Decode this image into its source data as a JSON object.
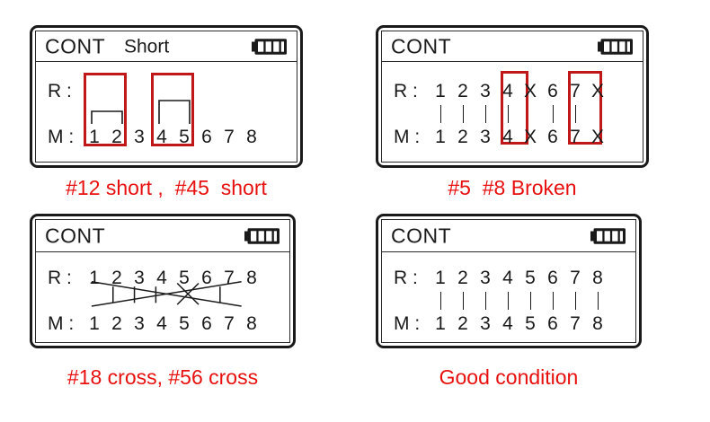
{
  "colors": {
    "red_box": "#c01718",
    "caption_red": "#e8100f",
    "ink": "#1a1a1a",
    "background": "#ffffff"
  },
  "panels": [
    {
      "id": "short",
      "header": {
        "title": "CONT",
        "mode": "Short",
        "battery": "battery-full-icon"
      },
      "rows": {
        "remote_label": "R :",
        "main_label": "M :",
        "remote_values": [
          "",
          "",
          "",
          "",
          "",
          "",
          "",
          ""
        ],
        "main_values": [
          "1",
          "2",
          "3",
          "4",
          "5",
          "6",
          "7",
          "8"
        ]
      },
      "shorts": [
        {
          "pins": [
            1,
            2
          ]
        },
        {
          "pins": [
            4,
            5
          ]
        }
      ],
      "highlights": [
        {
          "pins": [
            1,
            2
          ]
        },
        {
          "pins": [
            4,
            5
          ]
        }
      ],
      "caption": "#12 short ,  #45  short"
    },
    {
      "id": "broken",
      "header": {
        "title": "CONT",
        "mode": "",
        "battery": "battery-full-icon"
      },
      "rows": {
        "remote_label": "R :",
        "main_label": "M :",
        "remote_values": [
          "1",
          "2",
          "3",
          "4",
          "X",
          "6",
          "7",
          "X"
        ],
        "main_values": [
          "1",
          "2",
          "3",
          "4",
          "X",
          "6",
          "7",
          "X"
        ]
      },
      "connections": [
        1,
        2,
        3,
        4,
        6,
        7
      ],
      "broken_pins": [
        5,
        8
      ],
      "highlights": [
        {
          "pins": [
            5
          ]
        },
        {
          "pins": [
            8
          ]
        }
      ],
      "caption": "#5  #8 Broken"
    },
    {
      "id": "cross",
      "header": {
        "title": "CONT",
        "mode": "",
        "battery": "battery-full-icon"
      },
      "rows": {
        "remote_label": "R :",
        "main_label": "M :",
        "remote_values": [
          "1",
          "2",
          "3",
          "4",
          "5",
          "6",
          "7",
          "8"
        ],
        "main_values": [
          "1",
          "2",
          "3",
          "4",
          "5",
          "6",
          "7",
          "8"
        ]
      },
      "connections": [
        2,
        3,
        4,
        7
      ],
      "crosses": [
        {
          "from": 1,
          "to": 8
        },
        {
          "from": 8,
          "to": 1
        },
        {
          "from": 5,
          "to": 6
        },
        {
          "from": 6,
          "to": 5
        }
      ],
      "caption": "#18 cross, #56 cross"
    },
    {
      "id": "good",
      "header": {
        "title": "CONT",
        "mode": "",
        "battery": "battery-full-icon"
      },
      "rows": {
        "remote_label": "R :",
        "main_label": "M :",
        "remote_values": [
          "1",
          "2",
          "3",
          "4",
          "5",
          "6",
          "7",
          "8"
        ],
        "main_values": [
          "1",
          "2",
          "3",
          "4",
          "5",
          "6",
          "7",
          "8"
        ]
      },
      "connections": [
        1,
        2,
        3,
        4,
        5,
        6,
        7,
        8
      ],
      "caption": "Good condition"
    }
  ]
}
